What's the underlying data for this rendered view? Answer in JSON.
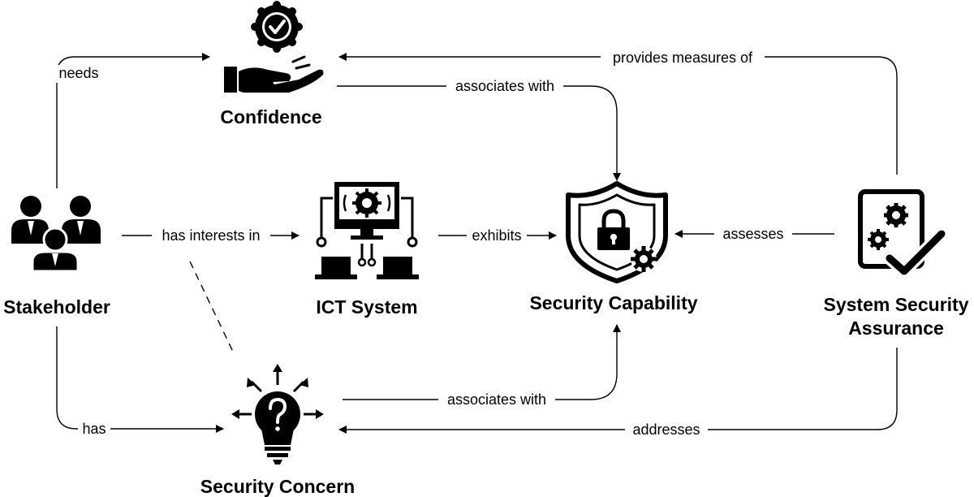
{
  "nodes": {
    "confidence": "Confidence",
    "stakeholder": "Stakeholder",
    "ict_system": "ICT System",
    "security_capability": "Security Capability",
    "system_security_assurance_line1": "System Security",
    "system_security_assurance_line2": "Assurance",
    "security_concern": "Security Concern"
  },
  "edges": {
    "needs": "needs",
    "provides_measures_of": "provides measures of",
    "associates_with_top": "associates with",
    "has_interests_in": "has interests in",
    "exhibits": "exhibits",
    "assesses": "assesses",
    "associates_with_bottom": "associates with",
    "has": "has",
    "addresses": "addresses"
  },
  "icons": {
    "confidence": "hand-with-badge-check-icon",
    "stakeholder": "people-group-icon",
    "ict_system": "computer-network-gear-icon",
    "security_capability": "shield-lock-gear-icon",
    "system_security_assurance": "document-gears-check-icon",
    "security_concern": "lightbulb-question-icon"
  },
  "colors": {
    "foreground": "#000000",
    "background": "#ffffff"
  }
}
